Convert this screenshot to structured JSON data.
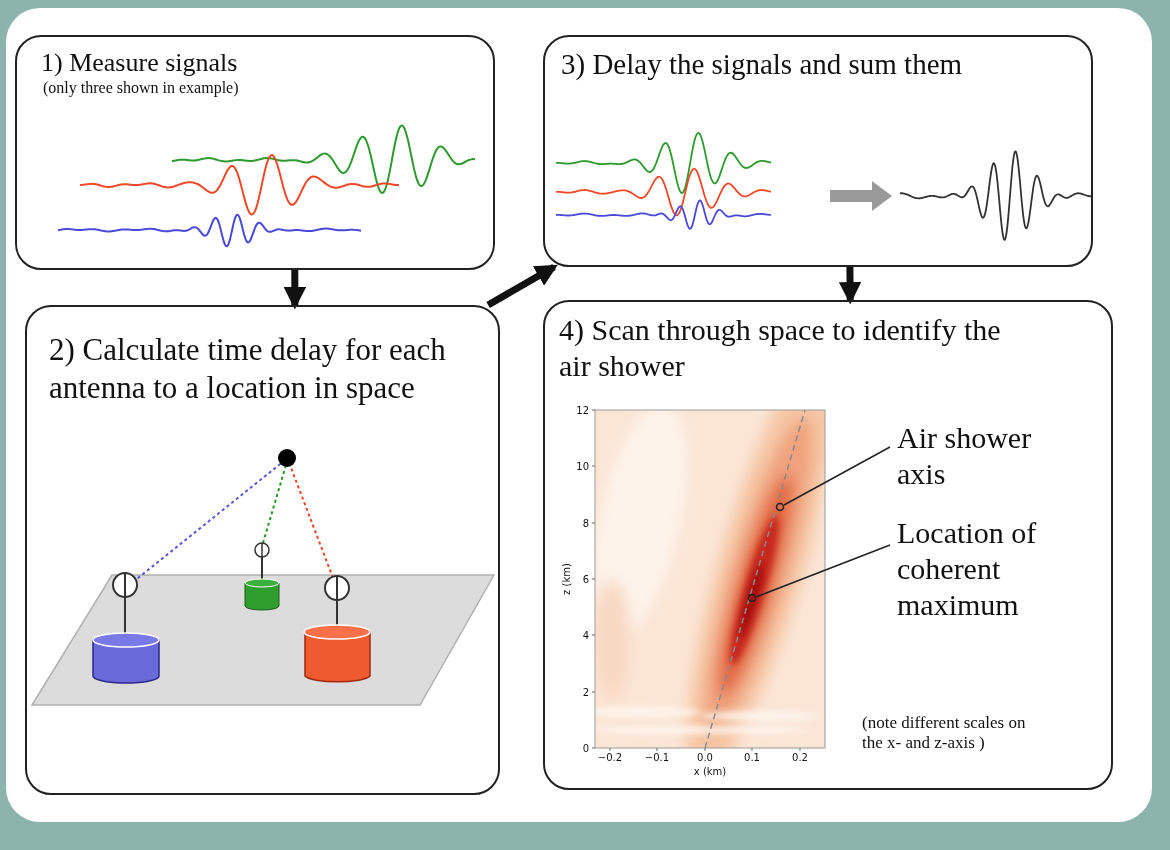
{
  "diagram": {
    "nodes": [
      {
        "text": [
          "1) Measure signals",
          "(only three shown in example)"
        ]
      },
      {
        "text": [
          "2) Calculate time delay for each antenna to a location in space"
        ]
      },
      {
        "text": [
          "3) Delay the signals and sum them"
        ]
      },
      {
        "text": [
          "4) Scan through space to identify the air shower"
        ]
      }
    ],
    "edges": [
      {
        "from": 0,
        "to": 1,
        "arrow": "to"
      },
      {
        "from": 1,
        "to": 2,
        "arrow": "to"
      },
      {
        "from": 2,
        "to": 3,
        "arrow": "to"
      }
    ],
    "labels": [
      "Air shower axis",
      "Location of coherent maximum",
      "(note different scales on the x- and z-axis )",
      "12",
      "10",
      "8",
      "6",
      "4",
      "2",
      "0",
      "z (km)",
      "−0.2",
      "−0.1",
      "0.0",
      "0.1",
      "0.2",
      "x (km)"
    ]
  }
}
